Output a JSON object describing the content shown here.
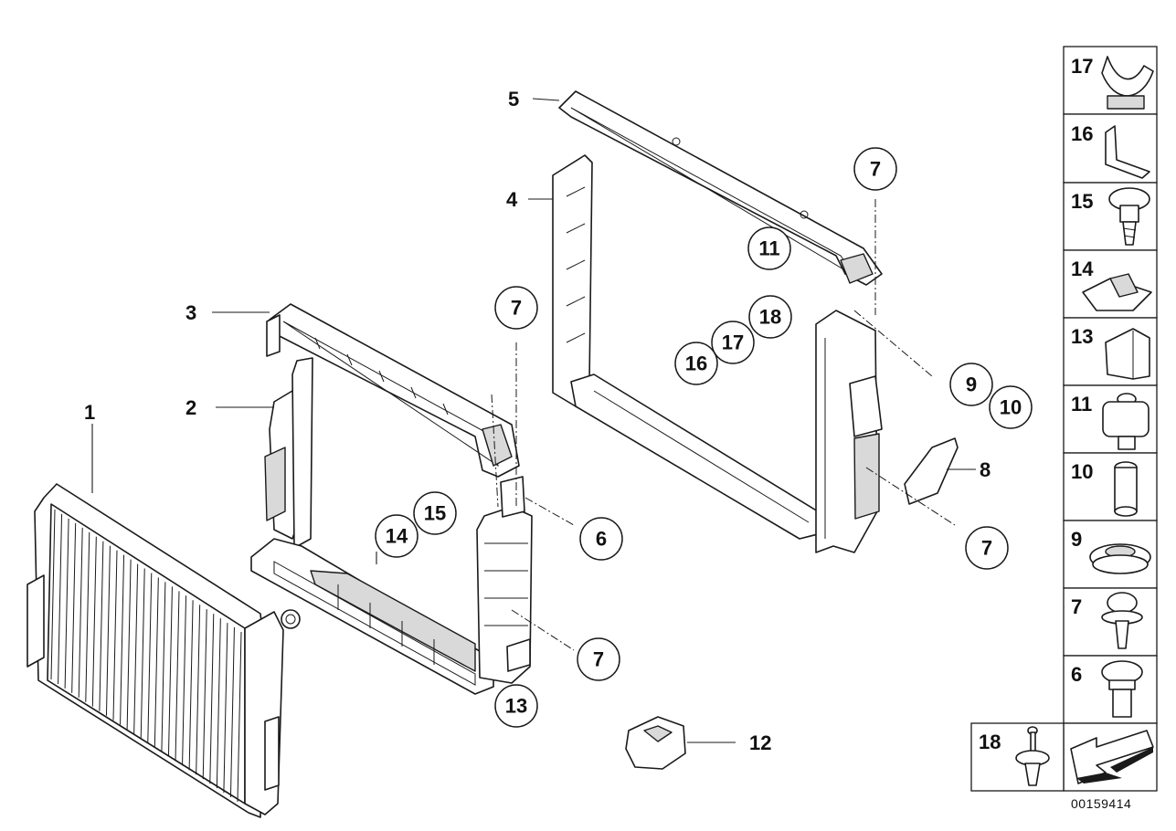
{
  "diagram": {
    "reference_number": "00159414",
    "labels": {
      "radiator": "1",
      "side_air_duct": "2",
      "upper_air_duct": "3",
      "left_carrier": "4",
      "upper_carrier": "5",
      "bracket_8": "8",
      "clip_12": "12"
    },
    "callouts": {
      "c7_top": "7",
      "c11": "11",
      "c18": "18",
      "c17": "17",
      "c16": "16",
      "c9": "9",
      "c10": "10",
      "c7_right": "7",
      "c7_mid": "7",
      "c6": "6",
      "c15": "15",
      "c14": "14",
      "c7_low": "7",
      "c13": "13"
    },
    "parts_panel": [
      {
        "number": "17",
        "icon": "hose-clamp-icon"
      },
      {
        "number": "16",
        "icon": "angle-bracket-icon"
      },
      {
        "number": "15",
        "icon": "torx-screw-icon"
      },
      {
        "number": "14",
        "icon": "clip-nut-icon"
      },
      {
        "number": "13",
        "icon": "spring-clip-icon"
      },
      {
        "number": "11",
        "icon": "rubber-mount-icon"
      },
      {
        "number": "10",
        "icon": "bushing-icon"
      },
      {
        "number": "9",
        "icon": "grommet-icon"
      },
      {
        "number": "7",
        "icon": "collar-screw-icon"
      },
      {
        "number": "6",
        "icon": "hex-screw-icon"
      },
      {
        "number": "18",
        "icon": "expanding-rivet-icon"
      },
      {
        "number": "",
        "icon": "direction-arrow-icon"
      }
    ]
  }
}
